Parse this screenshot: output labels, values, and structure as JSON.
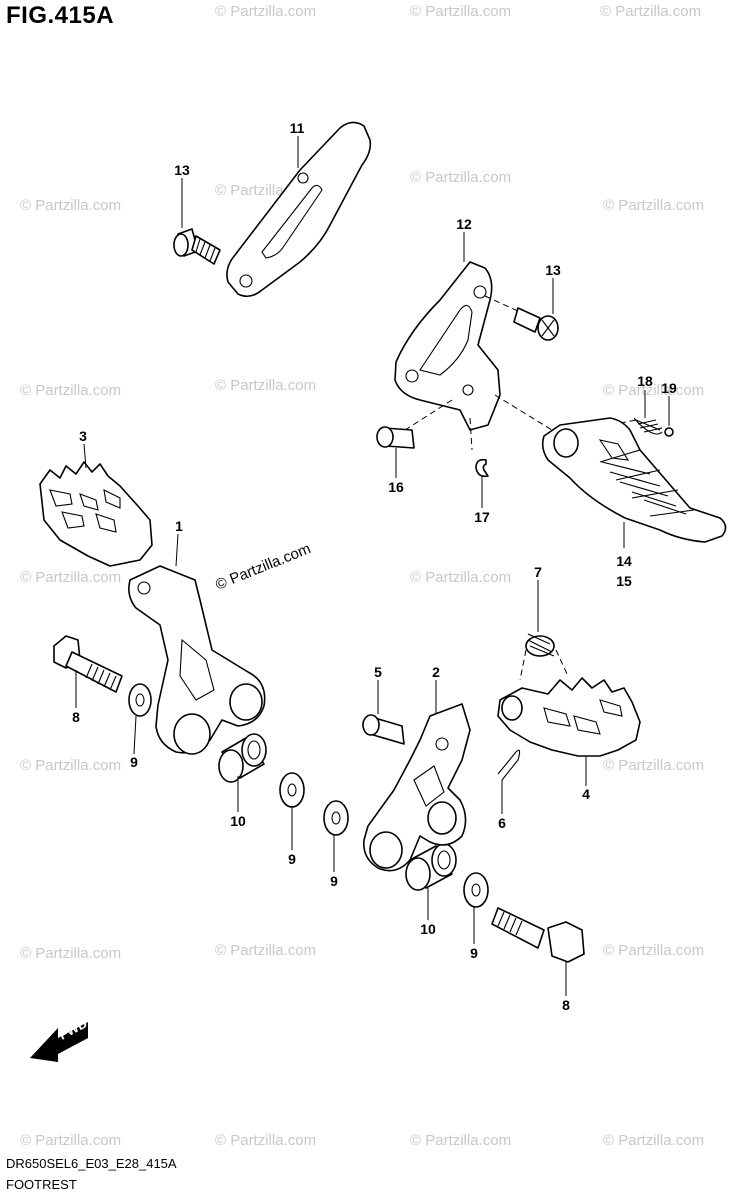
{
  "figure": {
    "title": "FIG.415A",
    "model_code": "DR650SEL6_E03_E28_415A",
    "section_name": "FOOTREST"
  },
  "watermark_text": "© Partzilla.com",
  "fwd_label": "FWD",
  "callouts": [
    "1",
    "2",
    "3",
    "4",
    "5",
    "6",
    "7",
    "8",
    "8",
    "9",
    "9",
    "9",
    "9",
    "10",
    "10",
    "11",
    "12",
    "13",
    "13",
    "14",
    "15",
    "16",
    "17",
    "18",
    "19"
  ],
  "colors": {
    "line": "#000000",
    "watermark": "#c8c8c8",
    "background": "#ffffff"
  }
}
